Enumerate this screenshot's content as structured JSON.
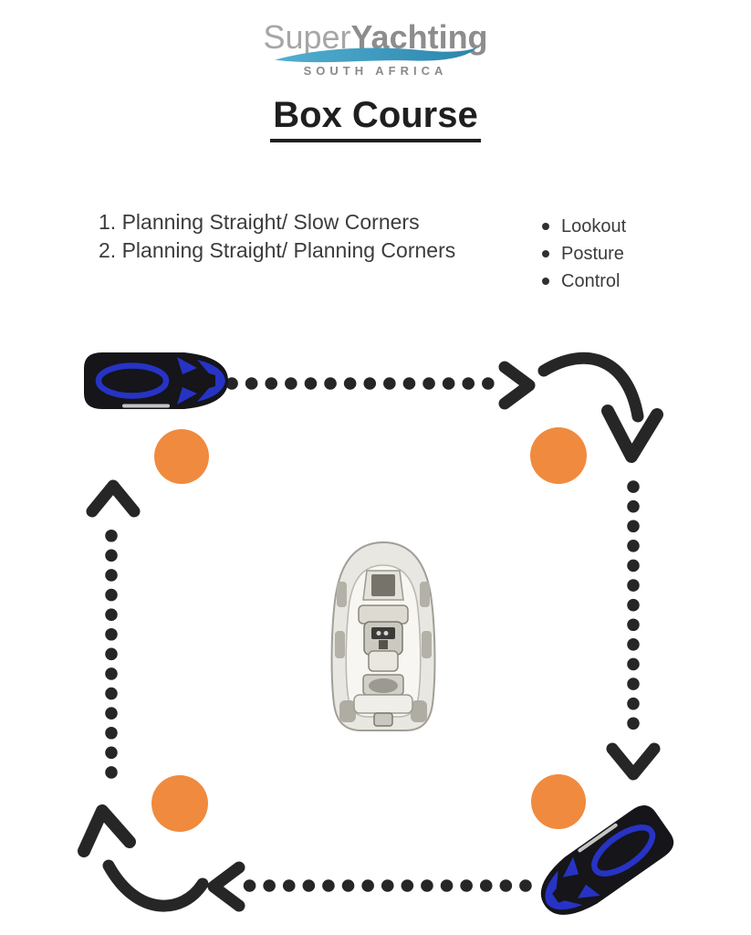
{
  "logo": {
    "brand_super": "Super",
    "brand_yachting": "Yachting",
    "subtitle": "SOUTH AFRICA"
  },
  "title": "Box Course",
  "exercises": [
    "1. Planning Straight/ Slow Corners",
    "2. Planning Straight/ Planning Corners"
  ],
  "focus_points": [
    "Lookout",
    "Posture",
    "Control"
  ],
  "diagram": {
    "buoy_count": 4,
    "vehicles": [
      "jetski-top-left",
      "tender-boat-center",
      "jetski-bottom-right"
    ],
    "course_direction": "clockwise"
  },
  "colors": {
    "buoy_orange": "#F08A3E",
    "ink": "#262626",
    "jetski_black": "#15151A",
    "jetski_blue": "#2733C4",
    "wave_blue_start": "#54AFD1",
    "wave_blue_end": "#2A85AD",
    "logo_super_gray": "#A6A6A6",
    "logo_yachting_gray": "#8D8D8D",
    "subtitle_gray": "#8A8A8A",
    "title_ink": "#1F1F1F",
    "text_dark": "#3C3C3C"
  }
}
